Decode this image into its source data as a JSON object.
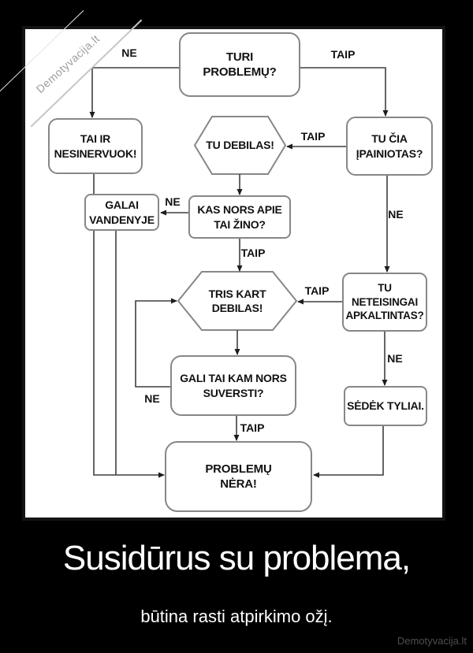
{
  "poster": {
    "caption_title": "Susidūrus su problema,",
    "caption_subtitle": "būtina rasti atpirkimo ožį.",
    "credit": "Demotyvacija.lt",
    "watermark": "Demotyvacija.lt",
    "colors": {
      "background": "#000000",
      "paper": "#ffffff",
      "box_border": "#878787",
      "connector_line": "#3f3f3f",
      "node_text": "#111111",
      "caption_text": "#ffffff",
      "watermark_text": "#9e9e9e",
      "credit_text": "#4f4f4f"
    }
  },
  "flowchart": {
    "nodes": {
      "turi_problemu": "TURI\nPROBLEMŲ?",
      "tai_ir_nesinervuok": "TAI IR\nNESINERVUOK!",
      "galai_vandenyje": "GALAI\nVANDENYJE",
      "tu_debilas": "TU DEBILAS!",
      "tu_cia_ipainiotas": "TU ČIA\nĮPAINIOTAS?",
      "kas_nors_zino": "KAS NORS APIE\nTAI ŽINO?",
      "tris_kart_debilas": "TRIS KART\nDEBILAS!",
      "tu_neteisingai_apkaltintas": "TU\nNETEISINGAI\nAPKALTINTAS?",
      "gali_suversti": "GALI TAI KAM NORS\nSUVERSTI?",
      "sedek_tyliai": "SĖDĖK TYLIAI.",
      "problemu_nera": "PROBLEMŲ\nNĖRA!"
    },
    "edge_labels": {
      "yes": "TAIP",
      "no": "NE"
    }
  }
}
